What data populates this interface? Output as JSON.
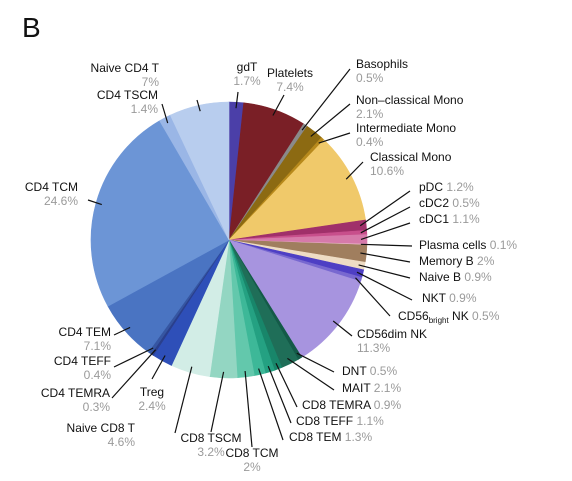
{
  "panel_label": "B",
  "chart_data": {
    "type": "pie",
    "title": "",
    "slices": [
      {
        "name": "gdT",
        "pct": "1.7%",
        "value": 1.7,
        "color": "#4b3fa8"
      },
      {
        "name": "Platelets",
        "pct": "7.4%",
        "value": 7.4,
        "color": "#7a1f26"
      },
      {
        "name": "Basophils",
        "pct": "0.5%",
        "value": 0.5,
        "color": "#8a8a8a"
      },
      {
        "name": "Non–classical Mono",
        "pct": "2.1%",
        "value": 2.1,
        "color": "#8c6a12"
      },
      {
        "name": "Intermediate Mono",
        "pct": "0.4%",
        "value": 0.4,
        "color": "#b88a1c"
      },
      {
        "name": "Classical Mono",
        "pct": "10.6%",
        "value": 10.6,
        "color": "#f0c96a"
      },
      {
        "name": "pDC",
        "pct": "1.2%",
        "value": 1.2,
        "color": "#a0306a"
      },
      {
        "name": "cDC2",
        "pct": "0.5%",
        "value": 0.5,
        "color": "#c84f8c"
      },
      {
        "name": "cDC1",
        "pct": "1.1%",
        "value": 1.1,
        "color": "#d67aaa"
      },
      {
        "name": "Plasma cells",
        "pct": "0.1%",
        "value": 0.1,
        "color": "#e9b4c9"
      },
      {
        "name": "Memory B",
        "pct": "2%",
        "value": 2.0,
        "color": "#a07e5e"
      },
      {
        "name": "Naive B",
        "pct": "0.9%",
        "value": 0.9,
        "color": "#eedcc4"
      },
      {
        "name": "NKT",
        "pct": "0.9%",
        "value": 0.9,
        "color": "#4e3fc4"
      },
      {
        "name": "CD56bright NK",
        "label_main": "CD56",
        "label_sub": "bright",
        "label_tail": " NK",
        "pct": "0.5%",
        "value": 0.5,
        "color": "#7868d0"
      },
      {
        "name": "CD56dim NK",
        "pct": "11.3%",
        "value": 11.3,
        "color": "#a794df"
      },
      {
        "name": "DNT",
        "pct": "0.5%",
        "value": 0.5,
        "color": "#145a48"
      },
      {
        "name": "MAIT",
        "pct": "2.1%",
        "value": 2.1,
        "color": "#1f6e58"
      },
      {
        "name": "CD8 TEMRA",
        "pct": "0.9%",
        "value": 0.9,
        "color": "#18866a"
      },
      {
        "name": "CD8 TEFF",
        "pct": "1.1%",
        "value": 1.1,
        "color": "#24a182"
      },
      {
        "name": "CD8 TEM",
        "pct": "1.3%",
        "value": 1.3,
        "color": "#3db898"
      },
      {
        "name": "CD8 TCM",
        "pct": "2%",
        "value": 2.0,
        "color": "#63c8ac"
      },
      {
        "name": "CD8 TSCM",
        "pct": "3.2%",
        "value": 3.2,
        "color": "#93d6c2"
      },
      {
        "name": "Naive CD8 T",
        "pct": "4.6%",
        "value": 4.6,
        "color": "#d2ede6"
      },
      {
        "name": "Treg",
        "pct": "2.4%",
        "value": 2.4,
        "color": "#2e4fb8"
      },
      {
        "name": "CD4 TEMRA",
        "pct": "0.3%",
        "value": 0.3,
        "color": "#2a3f8c"
      },
      {
        "name": "CD4 TEFF",
        "pct": "0.4%",
        "value": 0.4,
        "color": "#3656a2"
      },
      {
        "name": "CD4 TEM",
        "pct": "7.1%",
        "value": 7.1,
        "color": "#4a74c2"
      },
      {
        "name": "CD4 TCM",
        "pct": "24.6%",
        "value": 24.6,
        "color": "#6c95d6"
      },
      {
        "name": "CD4 TSCM",
        "pct": "1.4%",
        "value": 1.4,
        "color": "#9ab6e6"
      },
      {
        "name": "Naive CD4 T",
        "pct": "7%",
        "value": 7.0,
        "color": "#b8cdee"
      }
    ]
  }
}
